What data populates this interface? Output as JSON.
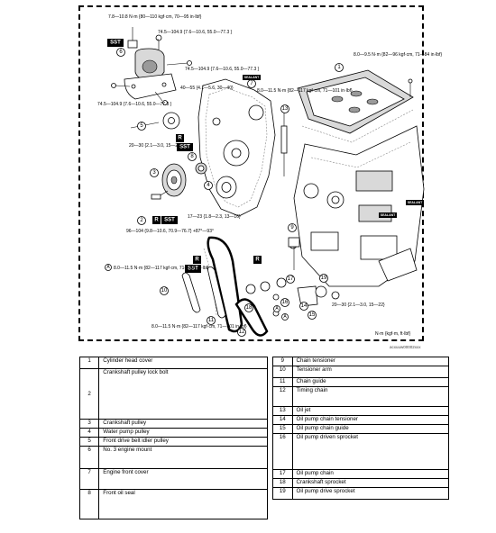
{
  "diagram": {
    "torque_labels": {
      "t_top_mount": "7.8—10.8 N·m {80—110 kgf·cm, 70—95 in·lbf}",
      "t_mount_a": "74.5—104.9 {7.6—10.6, 55.0—77.3 }",
      "t_mount_b": "74.5—104.9 {7.6—10.6, 55.0—77.3 }",
      "t_mount_c": "74.5—104.9 {7.6—10.6, 55.0—77.3 }",
      "t_40_55": "40—55 {4.1—5.6, 30—40}",
      "t_cover_bolt": "8.0—11.5 N·m {82—117 kgf·cm, 71—101 in·lbf}",
      "t_head_cover": "8.0—9.5 N·m {82—96 kgf·cm, 71—84 in·lbf}",
      "t_20_30_left": "20—30 {2.1—3.0, 15—22}",
      "t_pulley_bolt": "96—104 {9.8—10.6, 70.9—76.7} +87°—93°",
      "t_17_23": "17—23 {1.8—2.3, 13—16}",
      "t_a_note": "8.0—11.5 N·m {82—117 kgf·cm, 71—101 in·lbf}",
      "t_bottom": "8.0—11.5 N·m {82—117 kgf·cm, 71—101 in·lbf}",
      "t_20_30_right": "20—30 {2.1—3.0, 15—22}",
      "units": "N·m {kgf·m, ft·lbf}",
      "figure_code": "acxuuw00002xxx"
    },
    "badges": {
      "sst": "SST",
      "r": "R",
      "sealant": "SEALANT",
      "a": "A"
    },
    "callouts": [
      "1",
      "2",
      "3",
      "4",
      "5",
      "6",
      "7",
      "8",
      "9",
      "10",
      "11",
      "12",
      "13",
      "14",
      "15",
      "16",
      "17",
      "18",
      "19"
    ]
  },
  "parts": {
    "left": [
      {
        "num": "1",
        "name": "Cylinder head cover"
      },
      {
        "num": "2",
        "name": "Crankshaft pulley lock bolt"
      },
      {
        "num": "3",
        "name": "Crankshaft pulley"
      },
      {
        "num": "4",
        "name": "Water pump pulley"
      },
      {
        "num": "5",
        "name": "Front drive belt idler pulley"
      },
      {
        "num": "6",
        "name": "No. 3 engine mount"
      },
      {
        "num": "7",
        "name": "Engine front cover"
      },
      {
        "num": "8",
        "name": "Front oil seal"
      }
    ],
    "right": [
      {
        "num": "9",
        "name": "Chain tensioner"
      },
      {
        "num": "10",
        "name": "Tensioner arm"
      },
      {
        "num": "11",
        "name": "Chain guide"
      },
      {
        "num": "12",
        "name": "Timing chain"
      },
      {
        "num": "13",
        "name": "Oil jet"
      },
      {
        "num": "14",
        "name": "Oil pump chain tensioner"
      },
      {
        "num": "15",
        "name": "Oil pump chain guide"
      },
      {
        "num": "16",
        "name": "Oil pump driven sprocket"
      },
      {
        "num": "17",
        "name": "Oil pump chain"
      },
      {
        "num": "18",
        "name": "Crankshaft sprocket"
      },
      {
        "num": "19",
        "name": "Oil pump drive sprocket"
      }
    ]
  }
}
